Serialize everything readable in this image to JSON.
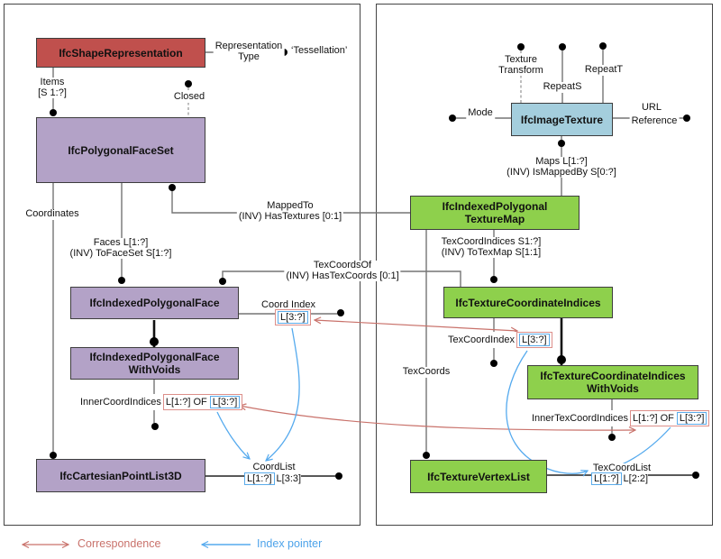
{
  "colors": {
    "entity_red": "#c0504d",
    "entity_purple": "#b3a2c7",
    "entity_green": "#8ed04c",
    "entity_cyan": "#a4cedd",
    "correspondence_red": "#c9726b",
    "index_pointer_blue": "#55aaee",
    "line_gray": "#757575"
  },
  "left": {
    "entities": {
      "shape_representation": "IfcShapeRepresentation",
      "polygonal_face_set": "IfcPolygonalFaceSet",
      "indexed_polygonal_face": "IfcIndexedPolygonalFace",
      "face_with_voids_line1": "IfcIndexedPolygonalFace",
      "face_with_voids_line2": "WithVoids",
      "cartesian_point_list": "IfcCartesianPointList3D"
    },
    "labels": {
      "representation_line1": "Representation",
      "representation_line2": "Type",
      "tessellation": "‘Tessellation’",
      "items_line1": "Items",
      "items_line2": "[S 1:?]",
      "closed": "Closed",
      "coordinates": "Coordinates",
      "faces_line1": "Faces L[1:?]",
      "faces_line2": "(INV) ToFaceSet S[1:?]",
      "mapped_to_line1": "MappedTo",
      "mapped_to_line2": "(INV) HasTextures [0:1]",
      "coord_index": "Coord Index",
      "coord_index_value": "L[3:?]",
      "inner_coord_indices": "InnerCoordIndices",
      "inner_coord_value_outer": "L[1:?] OF",
      "inner_coord_value_inner": "L[3:?]",
      "coord_list": "CoordList",
      "coord_list_value1": "L[1:?]",
      "coord_list_value2": "L[3:3]"
    }
  },
  "center": {
    "tex_coords_of_line1": "TexCoordsOf",
    "tex_coords_of_line2": "(INV) HasTexCoords [0:1]"
  },
  "right": {
    "entities": {
      "image_texture": "IfcImageTexture",
      "texture_map_line1": "IfcIndexedPolygonal",
      "texture_map_line2": "TextureMap",
      "texture_coordinate_indices": "IfcTextureCoordinateIndices",
      "tci_with_voids_line1": "IfcTextureCoordinateIndices",
      "tci_with_voids_line2": "WithVoids",
      "texture_vertex_list": "IfcTextureVertexList"
    },
    "labels": {
      "texture_transform_line1": "Texture",
      "texture_transform_line2": "Transform",
      "repeat_s": "RepeatS",
      "repeat_t": "RepeatT",
      "mode": "Mode",
      "url_line1": "URL",
      "url_line2": "Reference",
      "maps_line1": "Maps L[1:?]",
      "maps_line2": "(INV) IsMappedBy S[0:?]",
      "tex_coord_indices_line1": "TexCoordIndices S1:?]",
      "tex_coord_indices_line2": "(INV) ToTexMap S[1:1]",
      "tex_coords": "TexCoords",
      "tex_coord_index": "TexCoordIndex",
      "tex_coord_index_value": "L[3:?]",
      "inner_tex_coord_indices": "InnerTexCoordIndices",
      "inner_tex_value_outer": "L[1:?] OF",
      "inner_tex_value_inner": "L[3:?]",
      "tex_coord_list": "TexCoordList",
      "tex_coord_list_value1": "L[1:?]",
      "tex_coord_list_value2": "L[2:2]"
    }
  },
  "legend": {
    "correspondence": "Correspondence",
    "index_pointer": "Index pointer"
  }
}
